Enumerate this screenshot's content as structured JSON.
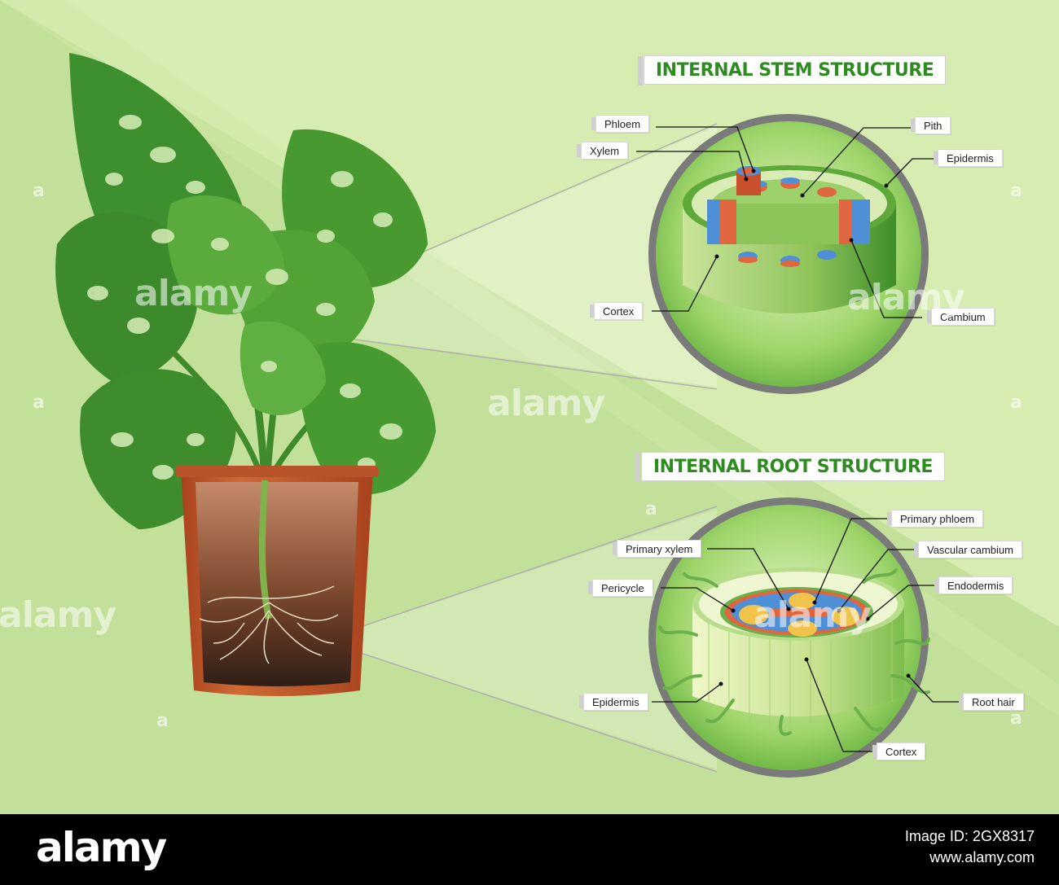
{
  "stem": {
    "title": "INTERNAL STEM STRUCTURE",
    "labels": {
      "phloem": "Phloem",
      "xylem": "Xylem",
      "pith": "Pith",
      "epidermis": "Epidermis",
      "cortex": "Cortex",
      "cambium": "Cambium"
    }
  },
  "root": {
    "title": "INTERNAL ROOT STRUCTURE",
    "labels": {
      "primary_phloem": "Primary phloem",
      "primary_xylem": "Primary xylem",
      "vascular_cambium": "Vascular cambium",
      "pericycle": "Pericycle",
      "endodermis": "Endodermis",
      "epidermis": "Epidermis",
      "root_hair": "Root hair",
      "cortex": "Cortex"
    }
  },
  "watermark": {
    "text": "alamy",
    "small": "a"
  },
  "footer": {
    "logo": "alamy",
    "image_id": "Image ID: 2GX8317",
    "url": "www.alamy.com"
  },
  "colors": {
    "bg_light": "#d6ecb0",
    "bg_dark": "#c2e09a",
    "accent": "#2e8b1f",
    "xylem": "#e0663f",
    "phloem": "#4f8fd6"
  }
}
